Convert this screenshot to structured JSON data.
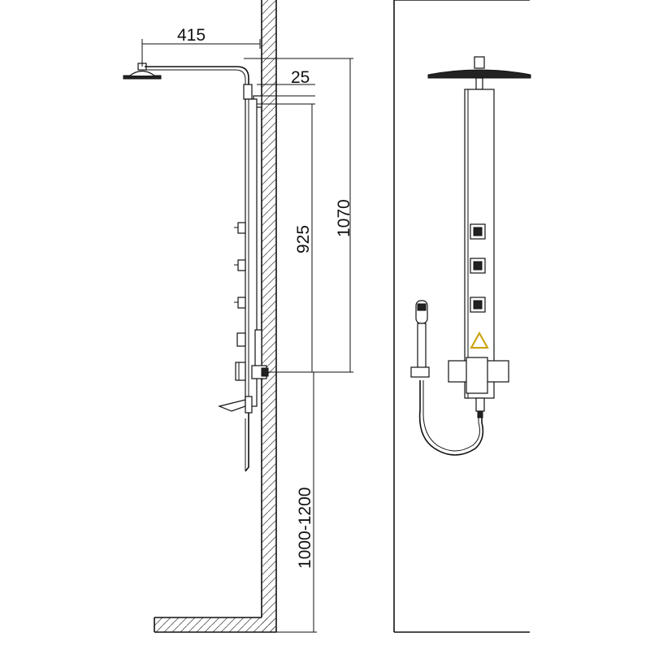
{
  "dimensions": {
    "head_reach": "415",
    "wall_gap": "25",
    "inlet_to_top": "925",
    "overall_height": "1070",
    "inlet_height": "1000-1200"
  },
  "colors": {
    "ink": "#111111",
    "background": "#ffffff",
    "hatch": "#555555"
  }
}
